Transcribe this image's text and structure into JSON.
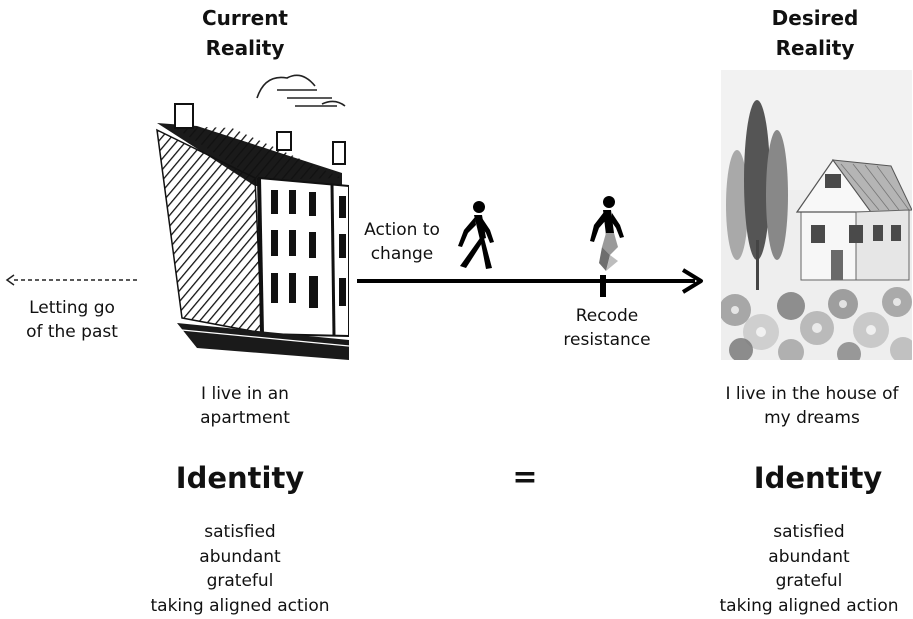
{
  "current": {
    "heading_line1": "Current",
    "heading_line2": "Reality",
    "statement_line1": "I live in an",
    "statement_line2": "apartment",
    "identity_label": "Identity",
    "traits": [
      "satisfied",
      "abundant",
      "grateful",
      "taking aligned action"
    ]
  },
  "desired": {
    "heading_line1": "Desired",
    "heading_line2": "Reality",
    "statement_line1": "I live in the house of",
    "statement_line2": "my dreams",
    "identity_label": "Identity",
    "traits": [
      "satisfied",
      "abundant",
      "grateful",
      "taking aligned action"
    ]
  },
  "past": {
    "line1": "Letting go",
    "line2": "of the past"
  },
  "action": {
    "line1": "Action to",
    "line2": "change"
  },
  "recode": {
    "line1": "Recode",
    "line2": "resistance"
  },
  "equals_symbol": "=",
  "icons": {
    "apartment": "apartment-building-sketch",
    "house": "dream-house-watercolor",
    "walker": "walking-person-icon",
    "walker_recode": "walking-person-dissolving-icon"
  }
}
